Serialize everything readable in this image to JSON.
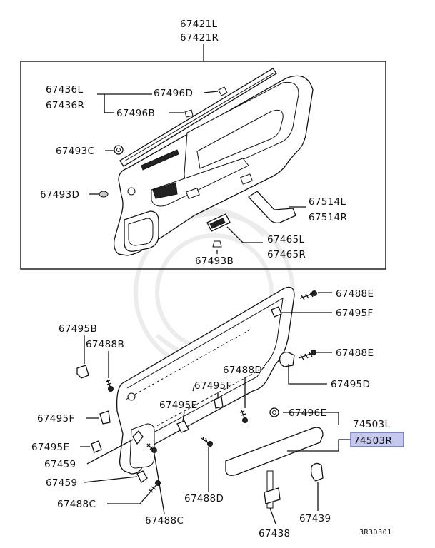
{
  "labels": {
    "p67421l": "67421L",
    "p67421r": "67421R",
    "p67436l": "67436L",
    "p67436r": "67436R",
    "p67496d": "67496D",
    "p67496b": "67496B",
    "p67493c": "67493C",
    "p67493d": "67493D",
    "p67514l": "67514L",
    "p67514r": "67514R",
    "p67465l": "67465L",
    "p67465r": "67465R",
    "p67493b": "67493B",
    "p67488e_top": "67488E",
    "p67495f_right": "67495F",
    "p67488e_mid": "67488E",
    "p67495d": "67495D",
    "p67495b": "67495B",
    "p67488b": "67488B",
    "p67488d_top": "67488D",
    "p67495f_center": "67495F",
    "p67495e_center": "67495E",
    "p67495f_left": "67495F",
    "p67495e_left": "67495E",
    "p67459_top": "67459",
    "p67459_bottom": "67459",
    "p67488c_left": "67488C",
    "p67488c_bottom": "67488C",
    "p67488d_bottom": "67488D",
    "p67496e": "67496E",
    "p74503l": "74503L",
    "p74503r": "74503R",
    "p67438": "67438",
    "p67439": "67439"
  },
  "highlight": {
    "part": "74503R",
    "color": "#c5c9ee"
  },
  "diagram_code": "3R3D301"
}
